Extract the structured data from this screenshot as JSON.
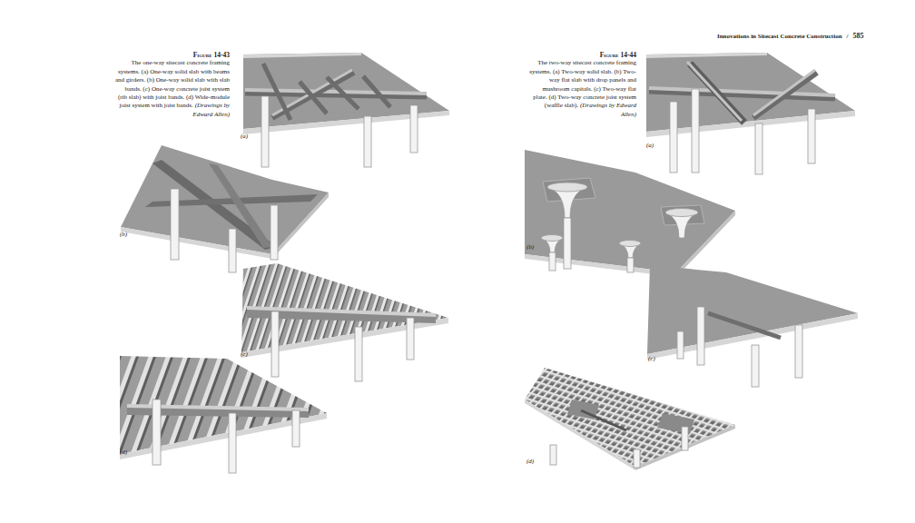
{
  "diagram": {
    "labels": [
      "Innovations in Sitecast Concrete Construction",
      "/",
      "585",
      "Figure 14-43",
      "The one-way sitecast concrete framing systems. (a) One-way solid slab with beams and girders. (b) One-way solid slab with slab bands. (c) One-way concrete joist system (rib slab) with joist bands. (d) Wide-module joist system with joist bands.",
      "(Drawings by Edward Allen)",
      "(a)",
      "(b)",
      "(c)",
      "(d)",
      "Figure 14-44",
      "The two-way sitecast concrete framing systems. (a) Two-way solid slab. (b) Two-way flat slab with drop panels and mushroom capitals. (c) Two-way flat plate. (d) Two-way concrete joist system (waffle slab).",
      "(Drawings by Edward Allen)",
      "(a)",
      "(b)",
      "(c)",
      "(d)"
    ]
  }
}
